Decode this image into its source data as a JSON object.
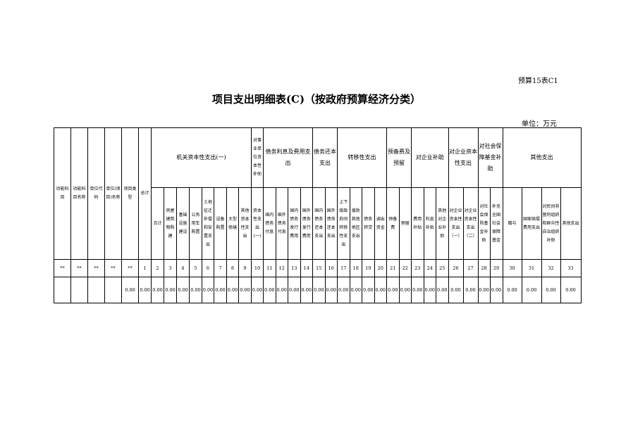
{
  "doc_code": "预算15表C1",
  "title": "项目支出明细表(C)（按政府预算经济分类）",
  "unit": "单位：万元",
  "fixed_headers": [
    "功能科目",
    "功能科目名称",
    "单位代码",
    "单位(项目)名称",
    "项目类型",
    "总计"
  ],
  "groups": [
    {
      "label": "机关资本性支出(一)",
      "span": 8
    },
    {
      "label": "对事业单位资本性补助",
      "span": 1
    },
    {
      "label": "债务利息及费用支出",
      "span": 4
    },
    {
      "label": "债务还本支出",
      "span": 2
    },
    {
      "label": "转移性支出",
      "span": 4
    },
    {
      "label": "预备费及预留",
      "span": 2
    },
    {
      "label": "对企业补助",
      "span": 3
    },
    {
      "label": "对企业资本性支出",
      "span": 2
    },
    {
      "label": "对社会保障基金补助",
      "span": 2
    },
    {
      "label": "其他支出",
      "span": 4
    }
  ],
  "sub_headers": [
    "合计",
    "房屋建筑物购建",
    "基础设施建设",
    "公务用车购置",
    "土地征迁补偿和安置支出",
    "设备购置",
    "大型修缮",
    "其他资本性支出",
    "资本性支出(一)",
    "国内债务付息",
    "国外债务付息",
    "国内债务发行费用",
    "国外债务发行费用",
    "国内债务还本支出",
    "国外债务还本支出",
    "上下级政府间转移性支出",
    "援助其他地区支出",
    "债务转贷",
    "调出资金",
    "预备费",
    "预留",
    "费用补贴",
    "利息补贴",
    "其他对企业补助",
    "对企业资本性支出（一）",
    "对企业资本性支出（二）",
    "对社会保险基金补助",
    "补充全国社会保障基金",
    "赠与",
    "国家赔偿费用支出",
    "对民间非营利组织和群众性自治组织补助",
    "其他支出"
  ],
  "code_row": [
    "**",
    "**",
    "**",
    "**",
    "**",
    "1",
    "2",
    "3",
    "4",
    "5",
    "6",
    "7",
    "8",
    "9",
    "10",
    "11",
    "12",
    "13",
    "14",
    "15",
    "16",
    "17",
    "18",
    "19",
    "20",
    "21",
    "22",
    "23",
    "24",
    "25",
    "26",
    "27",
    "28",
    "29",
    "30",
    "31",
    "32",
    "33"
  ],
  "data_rows": [
    [
      "",
      "",
      "",
      "",
      "0.00",
      "0.00",
      "0.00",
      "0.00",
      "0.00",
      "0.00",
      "0.00",
      "0.00",
      "0.00",
      "0.00",
      "0.00",
      "0.00",
      "0.00",
      "0.00",
      "0.00",
      "0.00",
      "0.00",
      "0.00",
      "0.00",
      "0.00",
      "0.00",
      "0.00",
      "0.00",
      "0.00",
      "0.00",
      "0.00",
      "0.00",
      "0.00",
      "0.00",
      "0.00",
      "0.00",
      "0.00",
      "0.00",
      "0.00"
    ]
  ]
}
